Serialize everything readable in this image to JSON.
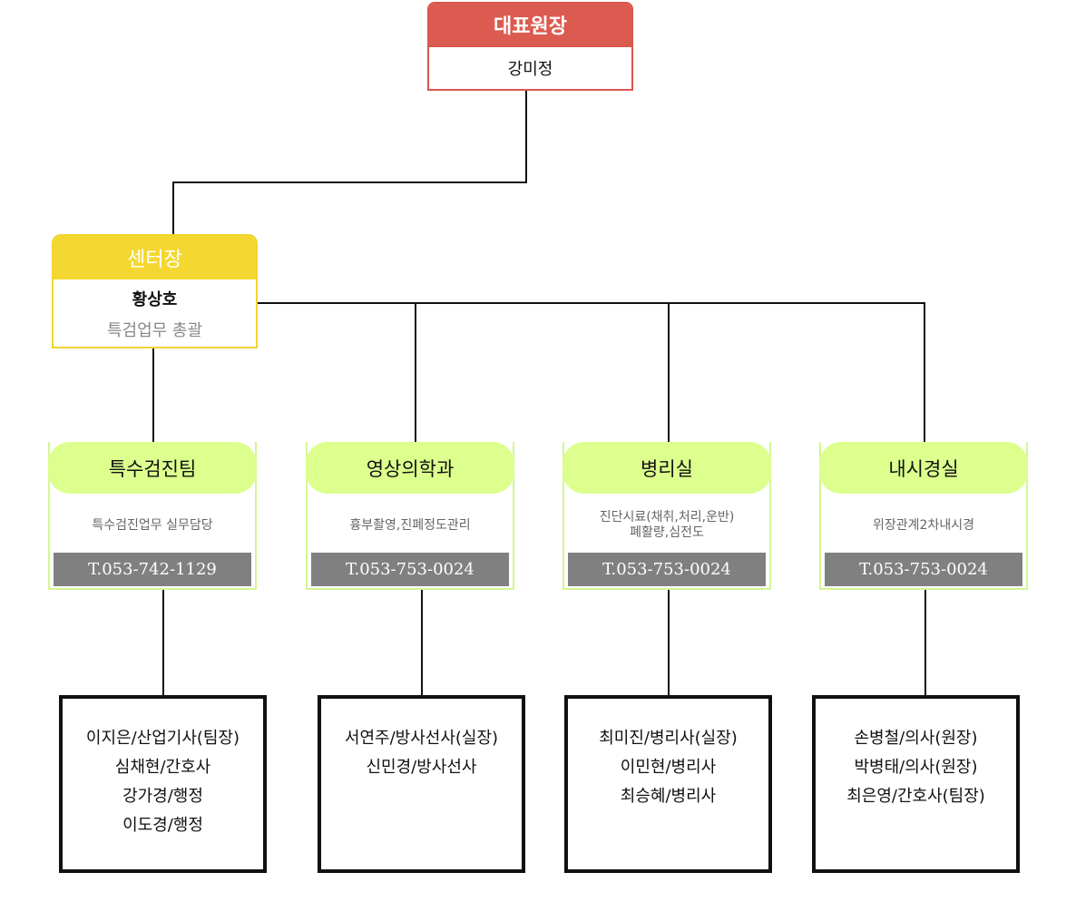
{
  "director": {
    "title": "대표원장",
    "name": "강미정"
  },
  "center": {
    "title": "센터장",
    "name": "황상호",
    "role": "특검업무 총괄"
  },
  "departments": [
    {
      "name": "특수검진팀",
      "desc": [
        "특수검진업무 실무담당"
      ],
      "phone": "T.053-742-1129",
      "staff": [
        "이지은/산업기사(팀장)",
        "심채현/간호사",
        "강가경/행정",
        "이도경/행정"
      ]
    },
    {
      "name": "영상의학과",
      "desc": [
        "흉부촬영,진폐정도관리"
      ],
      "phone": "T.053-753-0024",
      "staff": [
        "서연주/방사선사(실장)",
        "신민경/방사선사"
      ]
    },
    {
      "name": "병리실",
      "desc": [
        "진단시료(채취,처리,운반)",
        "폐활량,심전도"
      ],
      "phone": "T.053-753-0024",
      "staff": [
        "최미진/병리사(실장)",
        "이민현/병리사",
        "최승혜/병리사"
      ]
    },
    {
      "name": "내시경실",
      "desc": [
        "위장관계2차내시경"
      ],
      "phone": "T.053-753-0024",
      "staff": [
        "손병철/의사(원장)",
        "박병태/의사(원장)",
        "최은영/간호사(팀장)"
      ]
    }
  ],
  "colors": {
    "director": "#dc5b50",
    "center": "#f4d831",
    "dept_head": "#dcff8e",
    "phone_bar": "#808080"
  }
}
